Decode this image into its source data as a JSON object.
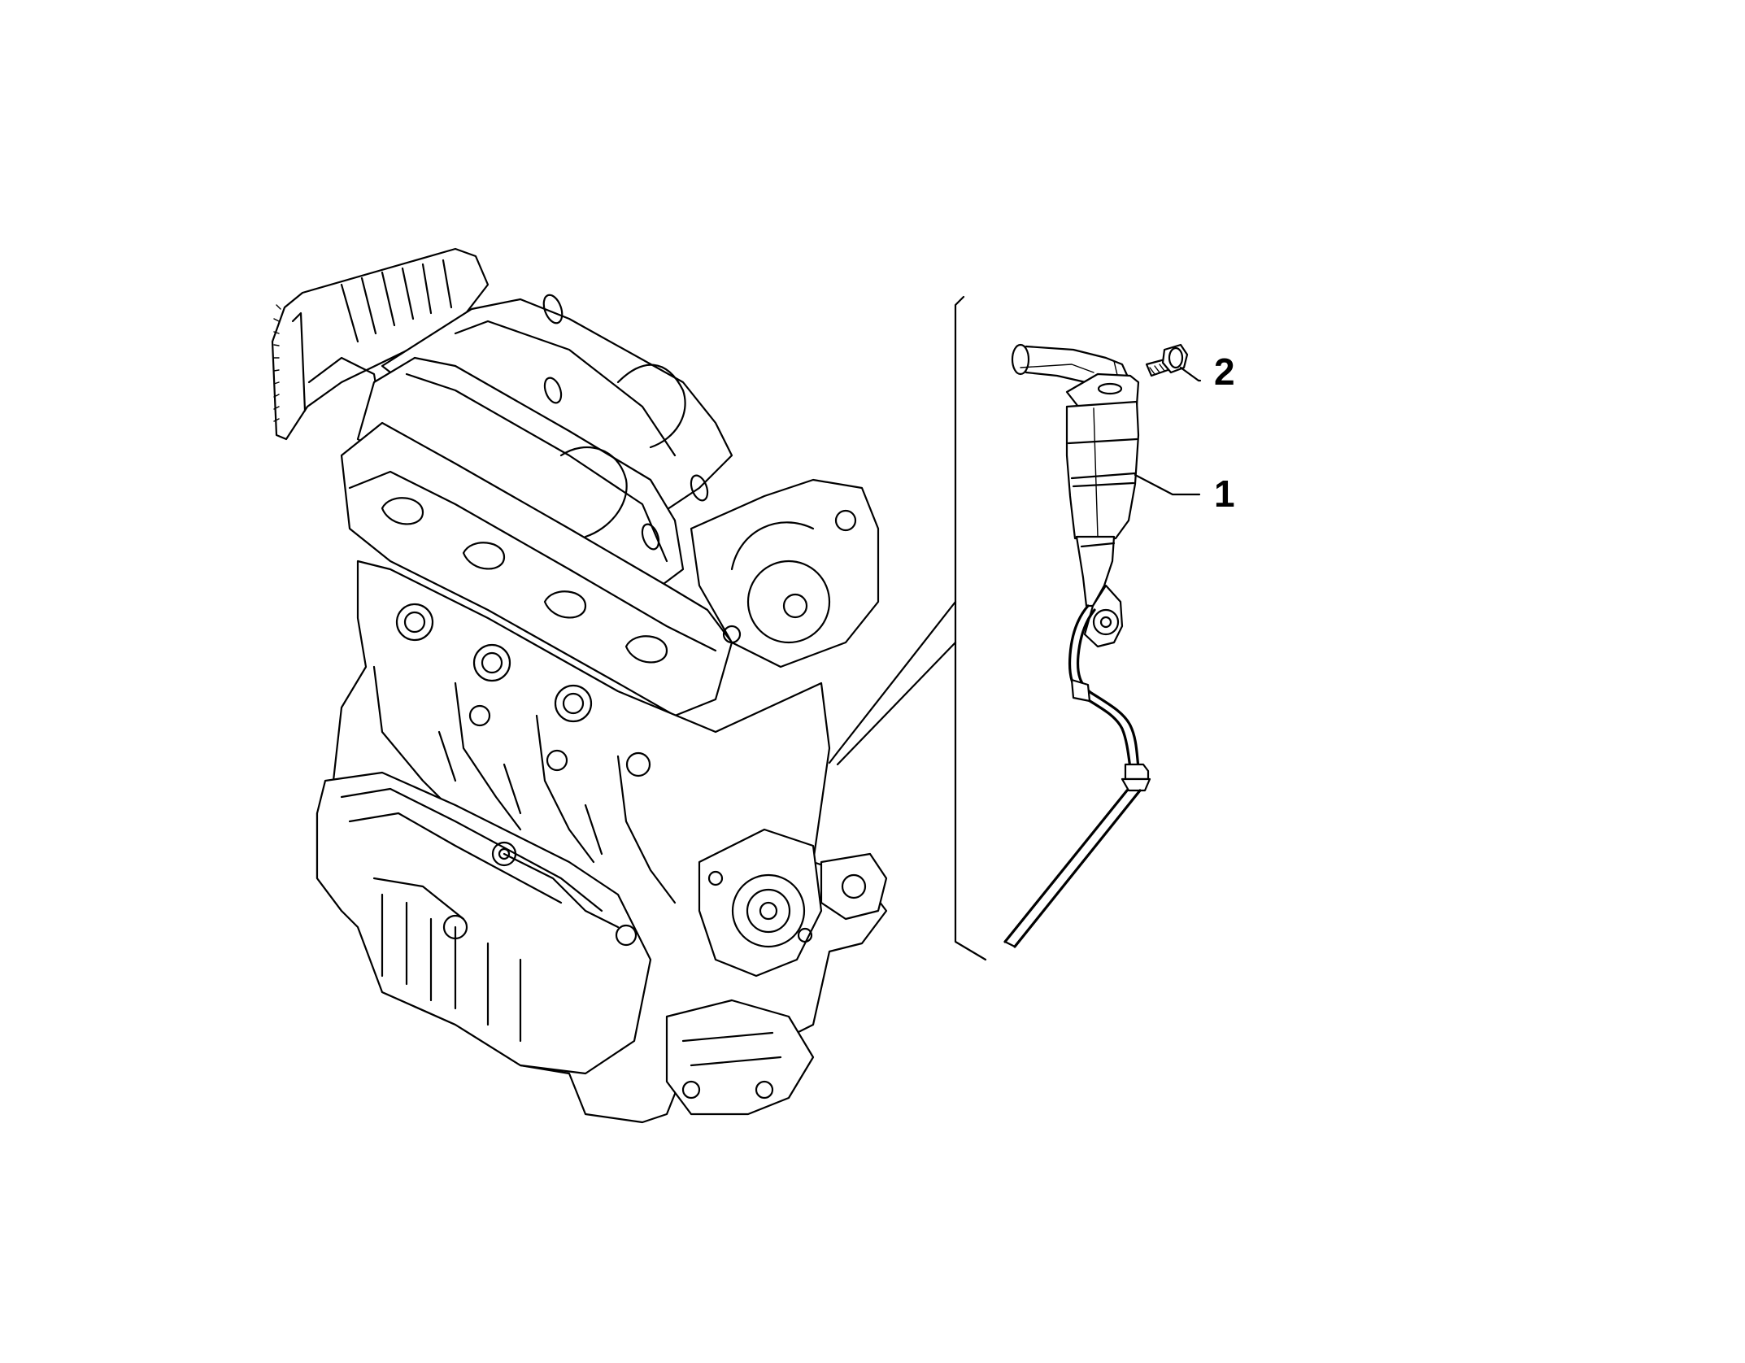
{
  "callouts": [
    {
      "number": "1",
      "part": "dipstick-tube-assembly"
    },
    {
      "number": "2",
      "part": "bolt"
    }
  ],
  "colors": {
    "line": "#000000",
    "background": "#ffffff"
  }
}
